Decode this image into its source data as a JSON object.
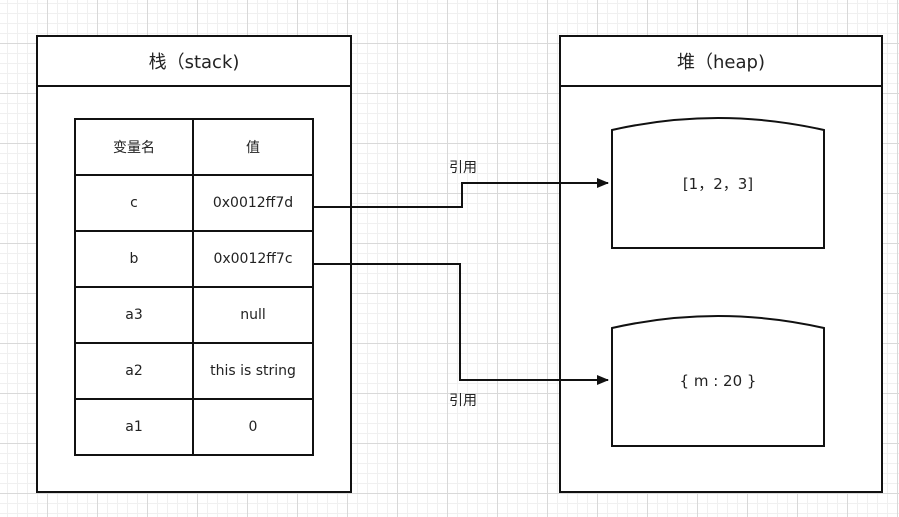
{
  "stack": {
    "title": "栈（stack)",
    "header": {
      "name": "变量名",
      "value": "值"
    },
    "rows": [
      {
        "name": "c",
        "value": "0x0012ff7d"
      },
      {
        "name": "b",
        "value": "0x0012ff7c"
      },
      {
        "name": "a3",
        "value": "null"
      },
      {
        "name": "a2",
        "value": "this is string"
      },
      {
        "name": "a1",
        "value": "0"
      }
    ]
  },
  "heap": {
    "title": "堆（heap)",
    "objects": [
      {
        "content": "[1，2，3]"
      },
      {
        "content": "{ m : 20 }"
      }
    ]
  },
  "references": [
    {
      "label": "引用"
    },
    {
      "label": "引用"
    }
  ],
  "colors": {
    "line": "#111111",
    "grid": "#d9d9d9"
  }
}
